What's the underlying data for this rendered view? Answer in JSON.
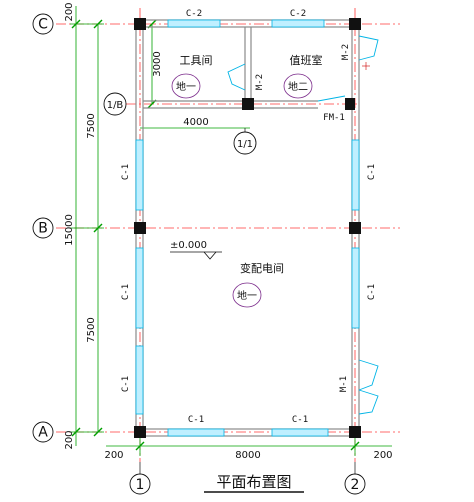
{
  "title": "平面布置图",
  "axes": {
    "C": "C",
    "B": "B",
    "A": "A",
    "1B": "1/B",
    "1_1": "1/1",
    "n1": "1",
    "n2": "2"
  },
  "dimensions": {
    "top_200": "200",
    "bottom_200": "200",
    "d7500_top": "7500",
    "d15000": "15000",
    "d7500_bottom": "7500",
    "d3000": "3000",
    "d4000": "4000",
    "left_200": "200",
    "d8000": "8000",
    "right_200": "200"
  },
  "rooms": {
    "tool_room": "工具间",
    "tool_floor": "地一",
    "duty_room": "值班室",
    "duty_floor": "地二",
    "substation": "变配电间",
    "substation_floor": "地一"
  },
  "openings": {
    "c2_left": "C-2",
    "c2_right": "C-2",
    "m2_right": "M-2",
    "m2_mid": "M-2",
    "fm1": "FM-1",
    "c1_left_top": "C-1",
    "c1_left_mid": "C-1",
    "c1_left_bot": "C-1",
    "c1_right_top": "C-1",
    "c1_right_mid": "C-1",
    "m1": "M-1",
    "c1_bottom_left": "C-1",
    "c1_bottom_right": "C-1"
  },
  "elevation": "±0.000",
  "colors": {
    "grid_line": "#ff3b3b",
    "wall": "#8a8a8a",
    "column": "#111111",
    "dimension": "#00a000",
    "window": "#00c8ff",
    "bubble": "#7a2a8a"
  }
}
